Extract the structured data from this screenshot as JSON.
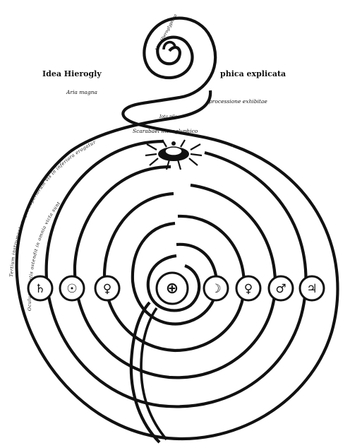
{
  "labels": {
    "idea": "Idea Hierogly",
    "phica": "phica explicata",
    "aria_magna": "Aria magna",
    "processione": "processione exhibitae",
    "iota": "Iota pilo",
    "scarabaei": "Scarabaei hieroglyphico",
    "top_spiral": "Idea Hieroglyphica"
  },
  "curved_texts": [
    "Tertium instrumentum quo superiorum vis in inferiora erogatur",
    "Oculus unitatis ostendit in omnia victa sunt"
  ],
  "planets": [
    {
      "name": "saturn",
      "glyph": "♄"
    },
    {
      "name": "sun",
      "glyph": "☉"
    },
    {
      "name": "venus-left",
      "glyph": "♀"
    },
    {
      "name": "earth",
      "glyph": "⊕"
    },
    {
      "name": "moon",
      "glyph": "☽"
    },
    {
      "name": "venus-right",
      "glyph": "♀"
    },
    {
      "name": "mars",
      "glyph": "♂"
    },
    {
      "name": "jupiter",
      "glyph": "♃"
    }
  ],
  "colors": {
    "ink": "#111111",
    "paper": "#ffffff"
  }
}
